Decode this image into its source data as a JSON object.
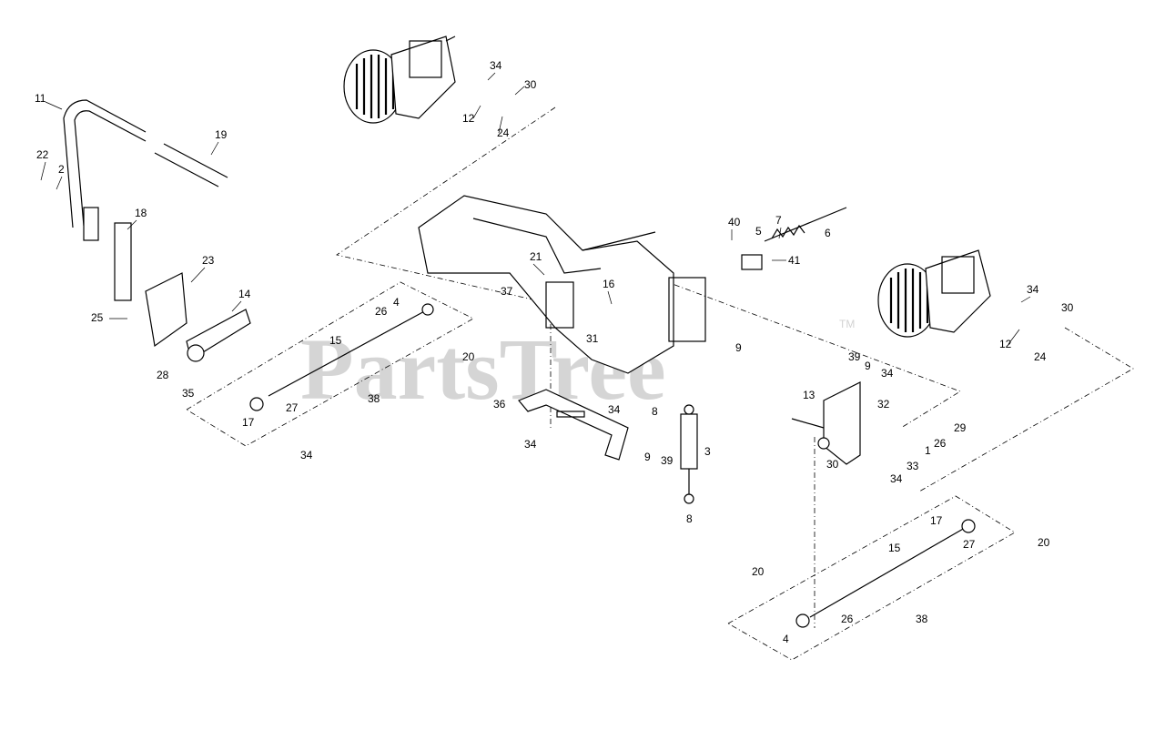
{
  "watermark": {
    "text": "PartsTree",
    "tm": "TM"
  },
  "callouts": [
    {
      "id": "c1",
      "label": "11"
    },
    {
      "id": "c2",
      "label": "19"
    },
    {
      "id": "c3",
      "label": "22"
    },
    {
      "id": "c4",
      "label": "2"
    },
    {
      "id": "c5",
      "label": "18"
    },
    {
      "id": "c6",
      "label": "23"
    },
    {
      "id": "c7",
      "label": "14"
    },
    {
      "id": "c8",
      "label": "25"
    },
    {
      "id": "c9",
      "label": "28"
    },
    {
      "id": "c10",
      "label": "35"
    },
    {
      "id": "c11",
      "label": "34"
    },
    {
      "id": "c12",
      "label": "30"
    },
    {
      "id": "c13",
      "label": "12"
    },
    {
      "id": "c14",
      "label": "24"
    },
    {
      "id": "c15",
      "label": "4"
    },
    {
      "id": "c16",
      "label": "26"
    },
    {
      "id": "c17",
      "label": "15"
    },
    {
      "id": "c18",
      "label": "20"
    },
    {
      "id": "c19",
      "label": "38"
    },
    {
      "id": "c20",
      "label": "17"
    },
    {
      "id": "c21",
      "label": "27"
    },
    {
      "id": "c22",
      "label": "34"
    },
    {
      "id": "c23",
      "label": "21"
    },
    {
      "id": "c24",
      "label": "16"
    },
    {
      "id": "c25",
      "label": "37"
    },
    {
      "id": "c26",
      "label": "31"
    },
    {
      "id": "c27",
      "label": "40"
    },
    {
      "id": "c28",
      "label": "7"
    },
    {
      "id": "c29",
      "label": "5"
    },
    {
      "id": "c30",
      "label": "6"
    },
    {
      "id": "c31",
      "label": "41"
    },
    {
      "id": "c32",
      "label": "9"
    },
    {
      "id": "c33",
      "label": "34"
    },
    {
      "id": "c34",
      "label": "30"
    },
    {
      "id": "c35",
      "label": "12"
    },
    {
      "id": "c36",
      "label": "24"
    },
    {
      "id": "c37",
      "label": "39"
    },
    {
      "id": "c38",
      "label": "9"
    },
    {
      "id": "c39",
      "label": "34"
    },
    {
      "id": "c40",
      "label": "13"
    },
    {
      "id": "c41",
      "label": "32"
    },
    {
      "id": "c42",
      "label": "29"
    },
    {
      "id": "c43",
      "label": "26"
    },
    {
      "id": "c44",
      "label": "1"
    },
    {
      "id": "c45",
      "label": "33"
    },
    {
      "id": "c46",
      "label": "30"
    },
    {
      "id": "c47",
      "label": "34"
    },
    {
      "id": "c48",
      "label": "36"
    },
    {
      "id": "c49",
      "label": "8"
    },
    {
      "id": "c50",
      "label": "34"
    },
    {
      "id": "c51",
      "label": "34"
    },
    {
      "id": "c52",
      "label": "3"
    },
    {
      "id": "c53",
      "label": "9"
    },
    {
      "id": "c54",
      "label": "39"
    },
    {
      "id": "c55",
      "label": "8"
    },
    {
      "id": "c56",
      "label": "17"
    },
    {
      "id": "c57",
      "label": "27"
    },
    {
      "id": "c58",
      "label": "15"
    },
    {
      "id": "c59",
      "label": "20"
    },
    {
      "id": "c60",
      "label": "20"
    },
    {
      "id": "c61",
      "label": "26"
    },
    {
      "id": "c62",
      "label": "38"
    },
    {
      "id": "c63",
      "label": "4"
    }
  ]
}
